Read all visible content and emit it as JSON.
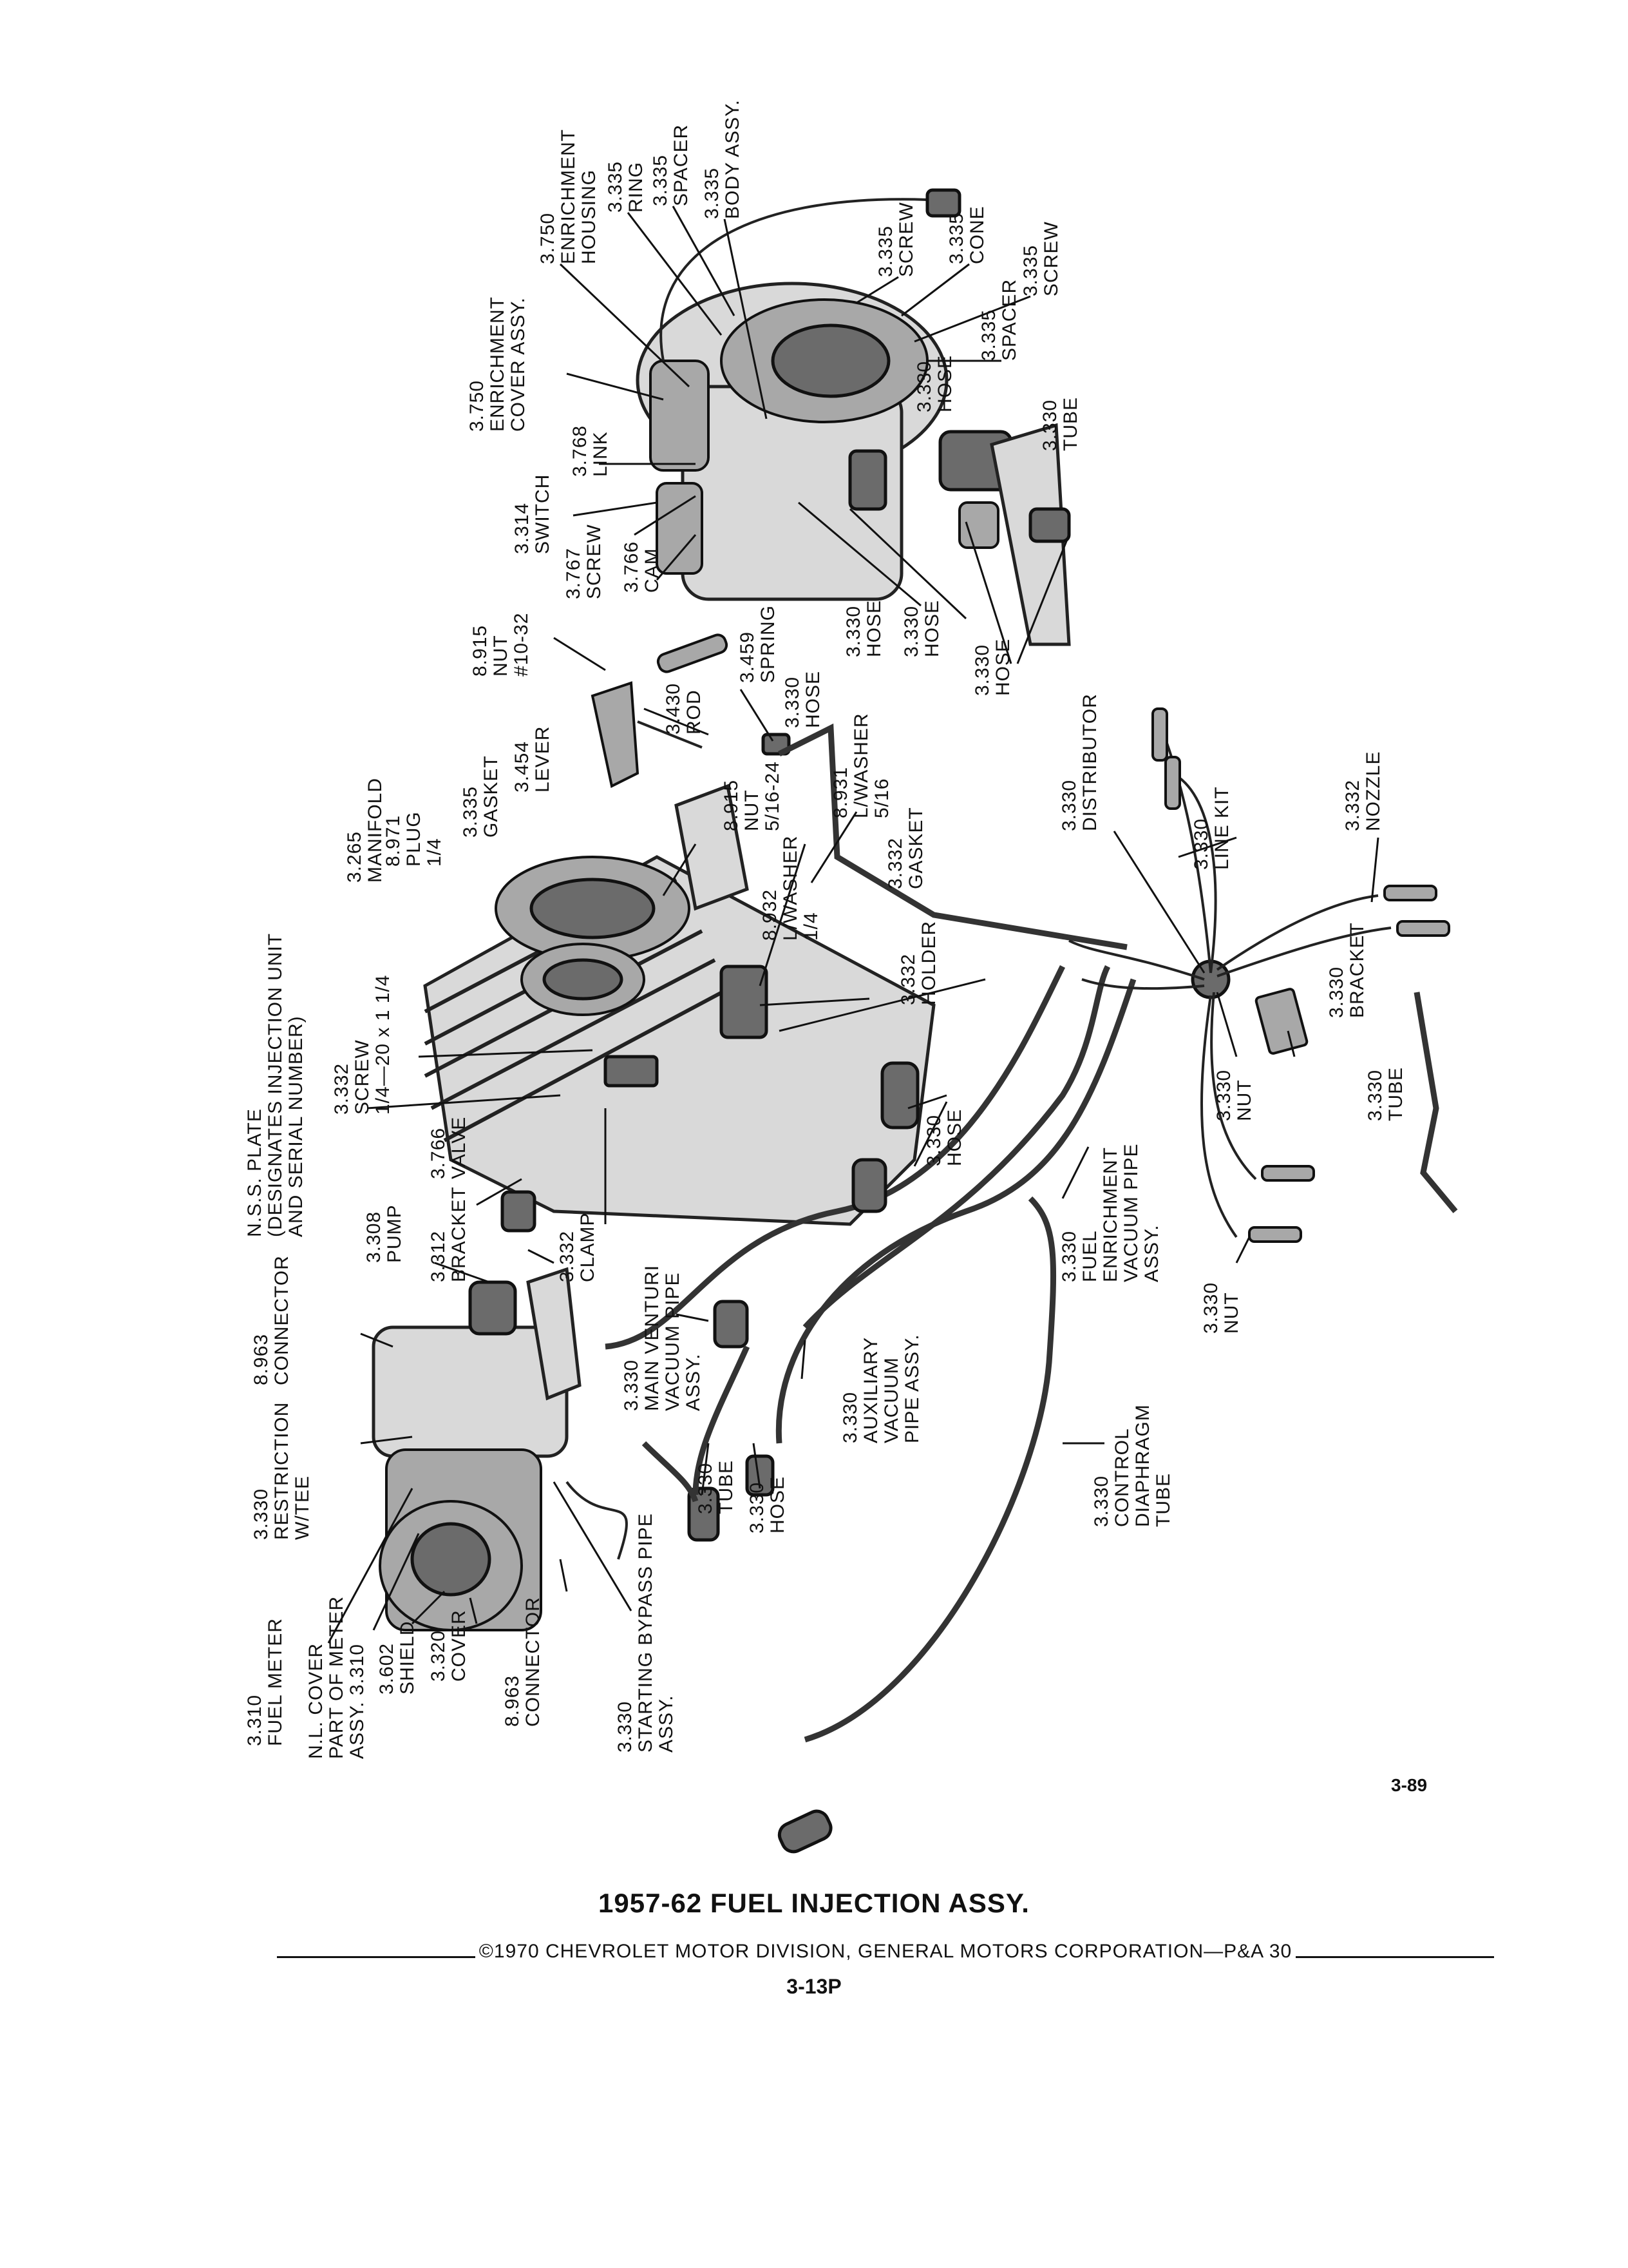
{
  "figure_number": "3-89",
  "title": "1957-62 FUEL INJECTION ASSY.",
  "copyright": "©1970 CHEVROLET MOTOR DIVISION, GENERAL MOTORS CORPORATION—P&A 30",
  "page_number": "3-13P",
  "callouts": [
    {
      "id": "enrichment-housing",
      "lines": [
        "3.750",
        "ENRICHMENT",
        "HOUSING"
      ]
    },
    {
      "id": "ring",
      "lines": [
        "3.335",
        "RING"
      ]
    },
    {
      "id": "spacer-top",
      "lines": [
        "3.335",
        "SPACER"
      ]
    },
    {
      "id": "body-assy",
      "lines": [
        "3.335",
        "BODY ASSY."
      ]
    },
    {
      "id": "screw-top",
      "lines": [
        "3.335",
        "SCREW"
      ]
    },
    {
      "id": "cone",
      "lines": [
        "3.335",
        "CONE"
      ]
    },
    {
      "id": "screw-right",
      "lines": [
        "3.335",
        "SCREW"
      ]
    },
    {
      "id": "spacer-right",
      "lines": [
        "3.335",
        "SPACER"
      ]
    },
    {
      "id": "hose-top",
      "lines": [
        "3.330",
        "HOSE"
      ]
    },
    {
      "id": "tube-top",
      "lines": [
        "3.330",
        "TUBE"
      ]
    },
    {
      "id": "enrichment-cover",
      "lines": [
        "3.750",
        "ENRICHMENT",
        "COVER ASSY."
      ]
    },
    {
      "id": "link",
      "lines": [
        "3.768",
        "LINK"
      ]
    },
    {
      "id": "switch",
      "lines": [
        "3.314",
        "SWITCH"
      ]
    },
    {
      "id": "screw-767",
      "lines": [
        "3.767",
        "SCREW"
      ]
    },
    {
      "id": "cam",
      "lines": [
        "3.766",
        "CAM"
      ]
    },
    {
      "id": "hose-a",
      "lines": [
        "3.330",
        "HOSE"
      ]
    },
    {
      "id": "hose-b",
      "lines": [
        "3.330",
        "HOSE"
      ]
    },
    {
      "id": "hose-c",
      "lines": [
        "3.330",
        "HOSE"
      ]
    },
    {
      "id": "nut-1032",
      "lines": [
        "8.915",
        "NUT",
        "#10-32"
      ]
    },
    {
      "id": "spring",
      "lines": [
        "3.459",
        "SPRING"
      ]
    },
    {
      "id": "hose-d",
      "lines": [
        "3.330",
        "HOSE"
      ]
    },
    {
      "id": "rod",
      "lines": [
        "3.430",
        "ROD"
      ]
    },
    {
      "id": "lever",
      "lines": [
        "3.454",
        "LEVER"
      ]
    },
    {
      "id": "nut-516",
      "lines": [
        "8.915",
        "NUT",
        "5/16-24"
      ]
    },
    {
      "id": "lwasher-516",
      "lines": [
        "8.931",
        "L/WASHER",
        "5/16"
      ]
    },
    {
      "id": "gasket-332",
      "lines": [
        "3.332",
        "GASKET"
      ]
    },
    {
      "id": "distributor",
      "lines": [
        "3.330",
        "DISTRIBUTOR"
      ]
    },
    {
      "id": "line-kit",
      "lines": [
        "3.330",
        "LINE KIT"
      ]
    },
    {
      "id": "nozzle",
      "lines": [
        "3.332",
        "NOZZLE"
      ]
    },
    {
      "id": "manifold",
      "lines": [
        "3.265",
        "MANIFOLD"
      ]
    },
    {
      "id": "plug",
      "lines": [
        "8.971",
        "PLUG",
        "1/4"
      ]
    },
    {
      "id": "gasket-335",
      "lines": [
        "3.335",
        "GASKET"
      ]
    },
    {
      "id": "lwasher-14",
      "lines": [
        "8.932",
        "L/WASHER",
        "1/4"
      ]
    },
    {
      "id": "holder",
      "lines": [
        "3.332",
        "HOLDER"
      ]
    },
    {
      "id": "bracket-right",
      "lines": [
        "3.330",
        "BRACKET"
      ]
    },
    {
      "id": "nut-right",
      "lines": [
        "3.330",
        "NUT"
      ]
    },
    {
      "id": "tube-right",
      "lines": [
        "3.330",
        "TUBE"
      ]
    },
    {
      "id": "nss-plate",
      "lines": [
        "N.S.S. PLATE",
        "(DESIGNATES INJECTION UNIT",
        "AND SERIAL NUMBER)"
      ]
    },
    {
      "id": "screw-332",
      "lines": [
        "3.332",
        "SCREW",
        "1/4—20 x 1 1/4"
      ]
    },
    {
      "id": "valve",
      "lines": [
        "3.766",
        "VALVE"
      ]
    },
    {
      "id": "hose-e",
      "lines": [
        "3.330",
        "HOSE"
      ]
    },
    {
      "id": "fuel-enrich-pipe",
      "lines": [
        "3.330",
        "FUEL",
        "ENRICHMENT",
        "VACUUM PIPE",
        "ASSY."
      ]
    },
    {
      "id": "nut-lower",
      "lines": [
        "3.330",
        "NUT"
      ]
    },
    {
      "id": "clamp",
      "lines": [
        "3.332",
        "CLAMP"
      ]
    },
    {
      "id": "pump",
      "lines": [
        "3.308",
        "PUMP"
      ]
    },
    {
      "id": "bracket-312",
      "lines": [
        "3.312",
        "BRACKET"
      ]
    },
    {
      "id": "restriction-connector",
      "lines": [
        "8.963",
        "CONNECTOR"
      ]
    },
    {
      "id": "restriction-tee",
      "lines": [
        "3.330",
        "RESTRICTION",
        "W/TEE"
      ]
    },
    {
      "id": "main-venturi",
      "lines": [
        "3.330",
        "MAIN VENTURI",
        "VACUUM PIPE",
        "ASSY."
      ]
    },
    {
      "id": "auxiliary-pipe",
      "lines": [
        "3.330",
        "AUXILIARY",
        "VACUUM",
        "PIPE ASSY."
      ]
    },
    {
      "id": "control-diaphragm",
      "lines": [
        "3.330",
        "CONTROL",
        "DIAPHRAGM",
        "TUBE"
      ]
    },
    {
      "id": "tube-lower",
      "lines": [
        "3.330",
        "TUBE"
      ]
    },
    {
      "id": "hose-lower",
      "lines": [
        "3.330",
        "HOSE"
      ]
    },
    {
      "id": "fuel-meter",
      "lines": [
        "3.310",
        "FUEL METER"
      ]
    },
    {
      "id": "nl-cover",
      "lines": [
        "N.L. COVER",
        "PART OF METER",
        "ASSY. 3.310"
      ]
    },
    {
      "id": "shield",
      "lines": [
        "3.602",
        "SHIELD"
      ]
    },
    {
      "id": "cover",
      "lines": [
        "3.320",
        "COVER"
      ]
    },
    {
      "id": "connector-bottom",
      "lines": [
        "8.963",
        "CONNECTOR"
      ]
    },
    {
      "id": "starting-bypass",
      "lines": [
        "3.330",
        "STARTING BYPASS PIPE",
        "ASSY."
      ]
    }
  ]
}
